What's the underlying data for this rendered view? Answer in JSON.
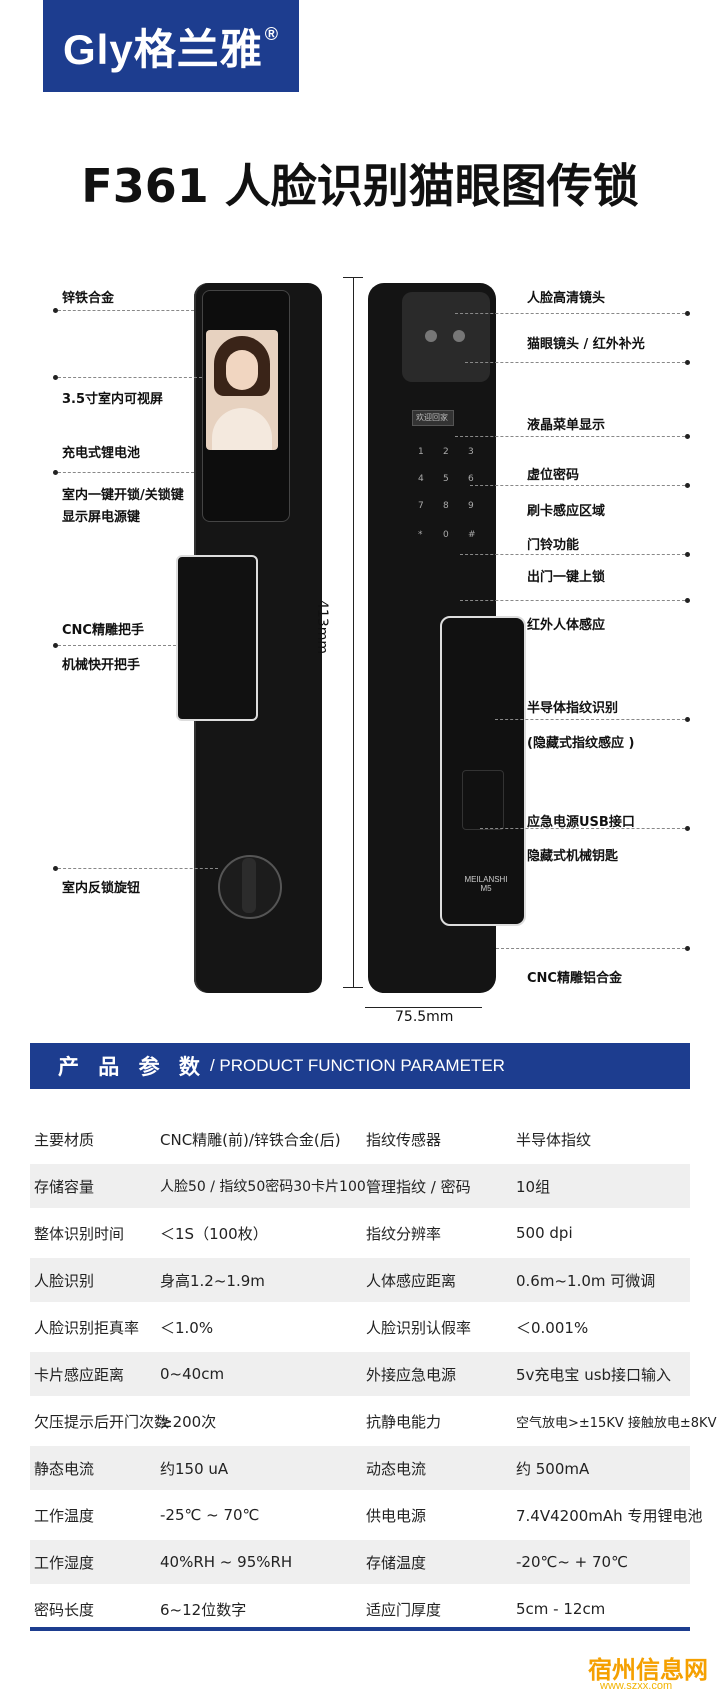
{
  "brand": {
    "name": "Gly格兰雅",
    "mark": "®"
  },
  "title": "F361 人脸识别猫眼图传锁",
  "left_labels": [
    "锌铁合金",
    "3.5寸室内可视屏",
    "充电式锂电池",
    "室内一键开锁/关锁键",
    "显示屏电源键",
    "CNC精雕把手",
    "机械快开把手",
    "室内反锁旋钮"
  ],
  "right_labels": [
    "人脸高清镜头",
    "猫眼镜头 / 红外补光",
    "液晶菜单显示",
    "虚位密码",
    "刷卡感应区域",
    "门铃功能",
    "出门一键上锁",
    "红外人体感应",
    "半导体指纹识别",
    "(隐藏式指纹感应 )",
    "应急电源USB接口",
    "隐藏式机械钥匙",
    "CNC精雕铝合金"
  ],
  "dims": {
    "height": "413mm",
    "width": "75.5mm"
  },
  "lock": {
    "lcd_text": "欢迎回家",
    "keys": [
      "1",
      "2",
      "3",
      "4",
      "5",
      "6",
      "7",
      "8",
      "9",
      "*",
      "0",
      "#"
    ],
    "logo": "MEILANSHI",
    "model": "M5"
  },
  "params_header": {
    "cn": "产 品 参 数",
    "en": "/ PRODUCT FUNCTION PARAMETER"
  },
  "params": [
    {
      "k1": "主要材质",
      "v1": "CNC精雕(前)/锌铁合金(后)",
      "k2": "指纹传感器",
      "v2": "半导体指纹"
    },
    {
      "k1": "存储容量",
      "v1": "人脸50 / 指纹50密码30卡片100",
      "k2": "管理指纹 / 密码",
      "v2": "10组"
    },
    {
      "k1": "整体识别时间",
      "v1": "＜1S（100枚）",
      "k2": "指纹分辨率",
      "v2": "500 dpi"
    },
    {
      "k1": "人脸识别",
      "v1": "身高1.2~1.9m",
      "k2": "人体感应距离",
      "v2": "0.6m~1.0m 可微调"
    },
    {
      "k1": "人脸识别拒真率",
      "v1": "＜1.0%",
      "k2": "人脸识别认假率",
      "v2": "＜0.001%"
    },
    {
      "k1": "卡片感应距离",
      "v1": "0~40cm",
      "k2": "外接应急电源",
      "v2": "5v充电宝  usb接口输入"
    },
    {
      "k1": "欠压提示后开门次数",
      "v1": "≥200次",
      "k2": "抗静电能力",
      "v2": "空气放电>±15KV  接触放电±8KV"
    },
    {
      "k1": "静态电流",
      "v1": "约150 uA",
      "k2": "动态电流",
      "v2": "约 500mA"
    },
    {
      "k1": "工作温度",
      "v1": "-25℃ ~ 70℃",
      "k2": "供电电源",
      "v2": "7.4V4200mAh  专用锂电池"
    },
    {
      "k1": "工作湿度",
      "v1": "40%RH ~ 95%RH",
      "k2": "存储温度",
      "v2": "-20℃~ + 70℃"
    },
    {
      "k1": "密码长度",
      "v1": "6~12位数字",
      "k2": "适应门厚度",
      "v2": "5cm - 12cm"
    }
  ],
  "watermark": {
    "name": "宿州信息网",
    "url": "www.szxx.com"
  }
}
